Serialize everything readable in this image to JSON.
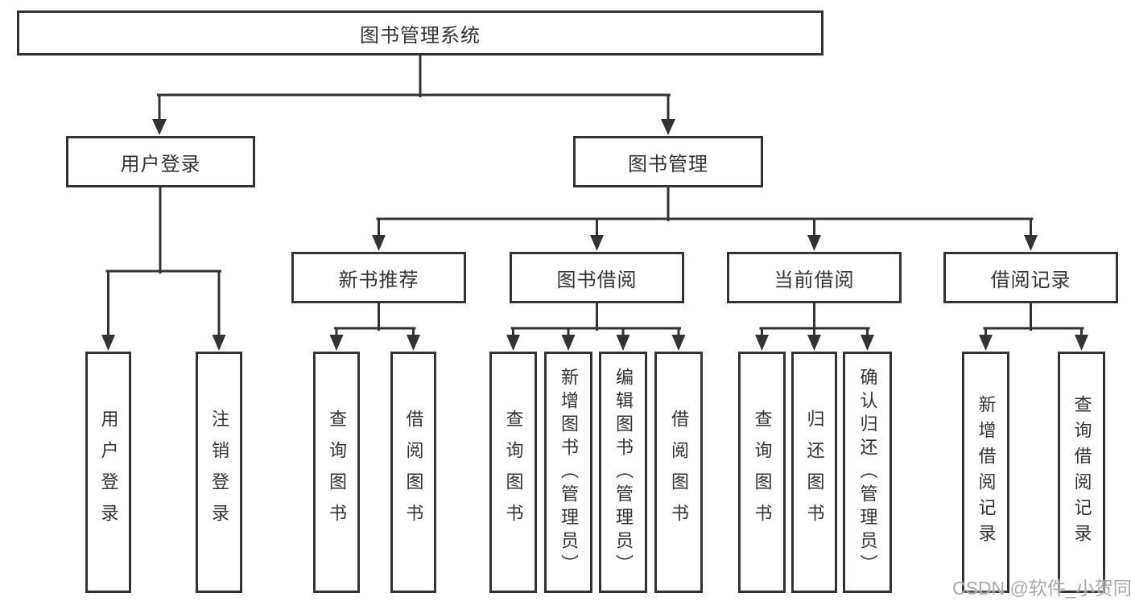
{
  "nodes": {
    "root": "图书管理系统",
    "user_login": "用户登录",
    "book_mgmt": "图书管理",
    "new_book_rec": "新书推荐",
    "book_borrow": "图书借阅",
    "current_borrow": "当前借阅",
    "borrow_records": "借阅记录",
    "user_login_leaf": "用户登录",
    "logout_leaf": "注销登录",
    "query_book_1": "查询图书",
    "borrow_book_1": "借阅图书",
    "query_book_2": "查询图书",
    "add_book": "新增图书（管理员）",
    "edit_book": "编辑图书（管理员）",
    "borrow_book_2": "借阅图书",
    "query_book_3": "查询图书",
    "return_book": "归还图书",
    "confirm_return": "确认归还（管理员）",
    "add_borrow_record": "新增借阅记录",
    "query_borrow_record": "查询借阅记录"
  },
  "watermark": {
    "text": "CSDN @软件_小贺同学"
  },
  "colors": {
    "line": "#333333",
    "text": "#333333",
    "background": "#ffffff",
    "watermark": "#a9a9a9"
  }
}
